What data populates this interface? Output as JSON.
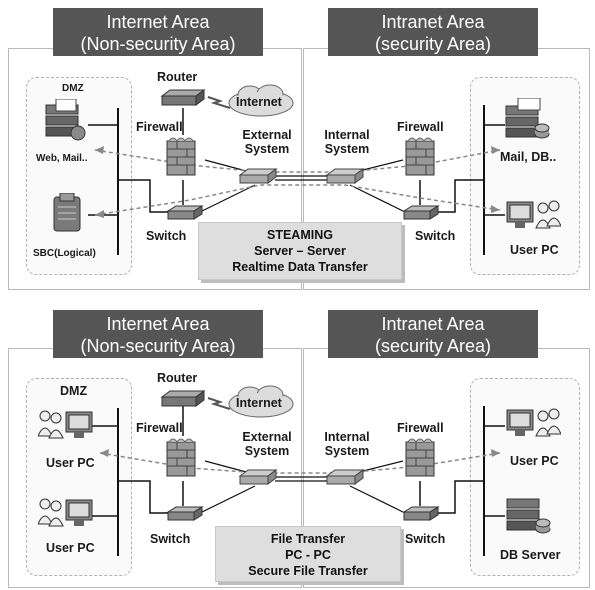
{
  "panels": [
    {
      "internet_header": [
        "Internet Area",
        "(Non-security Area)"
      ],
      "intranet_header": [
        "Intranet Area",
        "(security Area)"
      ],
      "dmz_label": "DMZ",
      "left_devices": [
        "Web, Mail..",
        "SBC(Logical)"
      ],
      "router": "Router",
      "cloud": "Internet",
      "firewall_left": "Firewall",
      "external_system": [
        "External",
        "System"
      ],
      "internal_system": [
        "Internal",
        "System"
      ],
      "firewall_right": "Firewall",
      "switch_left": "Switch",
      "switch_right": "Switch",
      "right_devices": [
        "Mail, DB..",
        "User PC"
      ],
      "info": [
        "STEAMING",
        "Server – Server",
        "Realtime Data Transfer"
      ]
    },
    {
      "internet_header": [
        "Internet Area",
        "(Non-security Area)"
      ],
      "intranet_header": [
        "Intranet Area",
        "(security Area)"
      ],
      "dmz_label": "DMZ",
      "left_devices": [
        "User PC",
        "User PC"
      ],
      "router": "Router",
      "cloud": "Internet",
      "firewall_left": "Firewall",
      "external_system": [
        "External",
        "System"
      ],
      "internal_system": [
        "Internal",
        "System"
      ],
      "firewall_right": "Firewall",
      "switch_left": "Switch",
      "switch_right": "Switch",
      "right_devices": [
        "User PC",
        "DB Server"
      ],
      "info": [
        "File Transfer",
        "PC - PC",
        "Secure File Transfer"
      ]
    }
  ]
}
